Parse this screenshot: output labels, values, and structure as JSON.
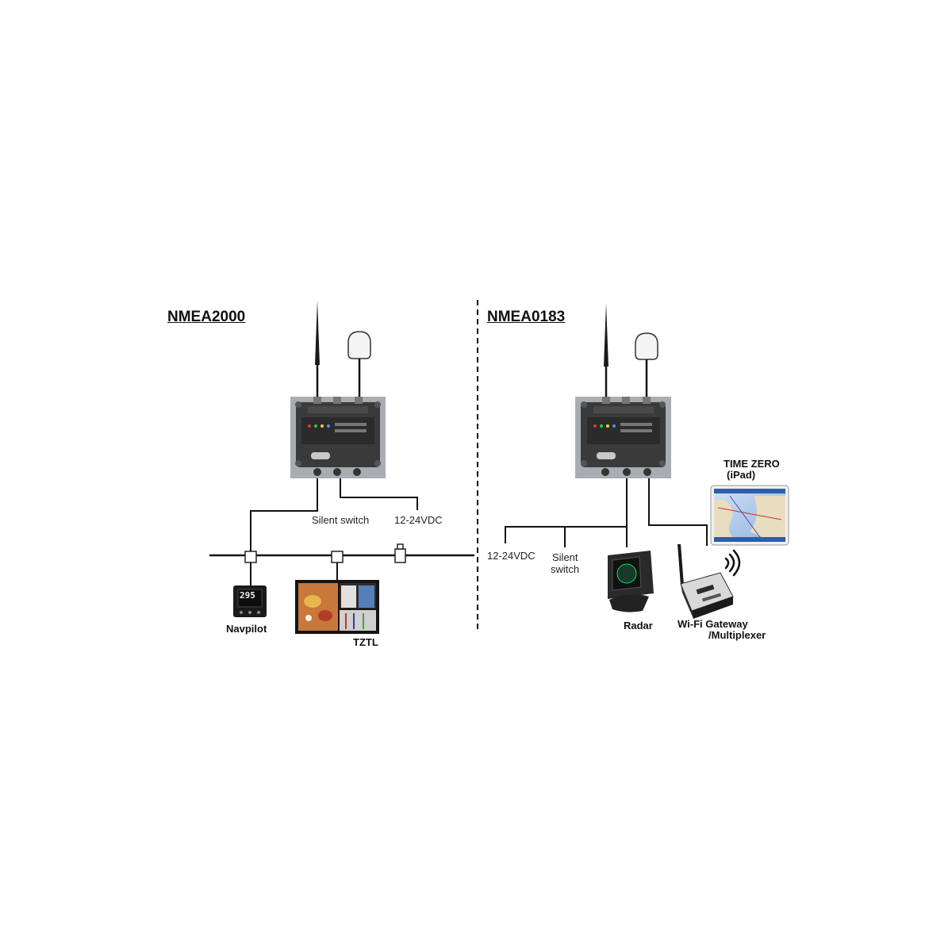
{
  "diagram": {
    "nmea2000": {
      "title": "NMEA2000",
      "silent_switch": "Silent switch",
      "power": "12-24VDC",
      "devices": {
        "navpilot": "Navpilot",
        "tztl": "TZTL"
      },
      "navpilot_readout": "295"
    },
    "nmea0183": {
      "title": "NMEA0183",
      "power": "12-24VDC",
      "silent_switch_line1": "Silent",
      "silent_switch_line2": "switch",
      "devices": {
        "radar": "Radar",
        "gateway_line1": "Wi-Fi Gateway",
        "gateway_line2": "/Multiplexer",
        "ipad_line1": "TIME ZERO",
        "ipad_line2": "(iPad)"
      }
    },
    "colors": {
      "wire": "#111111",
      "transponder_body": "#3a3a3a",
      "transponder_plate": "#a7adb3",
      "chart_sea": "#4b78c7",
      "chart_land": "#d7a35a"
    }
  }
}
